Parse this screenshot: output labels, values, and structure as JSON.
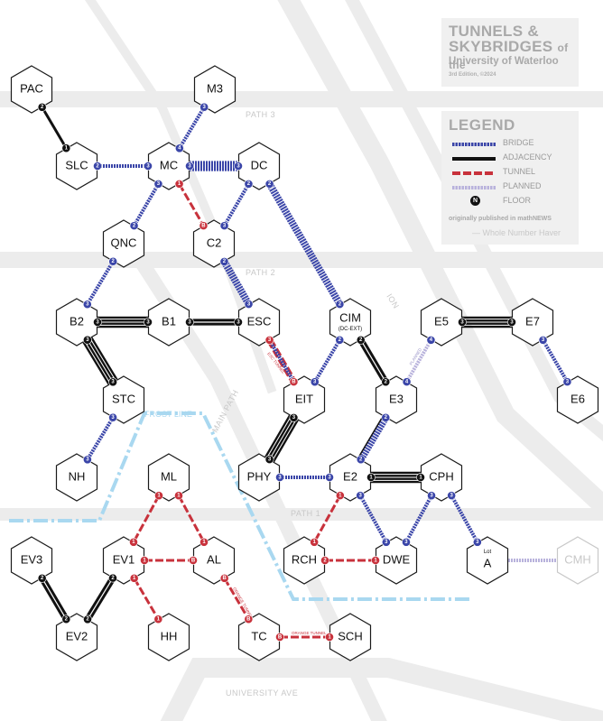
{
  "title": {
    "line1": "TUNNELS &",
    "line2_main": "SKYBRIDGES",
    "line2_suffix": "of the",
    "line3": "University of Waterloo",
    "edition": "3rd Edition, ©2024"
  },
  "legend": {
    "heading": "LEGEND",
    "items": [
      {
        "label": "BRIDGE",
        "kind": "bridge"
      },
      {
        "label": "ADJACENCY",
        "kind": "adjacency"
      },
      {
        "label": "TUNNEL",
        "kind": "tunnel"
      },
      {
        "label": "PLANNED",
        "kind": "planned"
      },
      {
        "label": "FLOOR",
        "kind": "floor"
      }
    ],
    "origin": "originally published in mathNEWS",
    "author": "— Whole Number Haver",
    "floor_symbol": "N"
  },
  "colors": {
    "bridge": "#3a45a8",
    "adjacency": "#111111",
    "tunnel": "#c8323c",
    "planned": "#b8b2dc",
    "frost": "#a9d8f0",
    "road": "#ececec"
  },
  "roads": {
    "path3": "PATH 3",
    "path2": "PATH 2",
    "path1": "PATH 1",
    "ion": "ION",
    "main_path": "MAIN PATH",
    "frost_line": "FROST LINE",
    "university_ave": "UNIVERSITY AVE"
  },
  "buildings": {
    "PAC": "PAC",
    "M3": "M3",
    "SLC": "SLC",
    "MC": "MC",
    "DC": "DC",
    "QNC": "QNC",
    "C2": "C2",
    "B2": "B2",
    "B1": "B1",
    "ESC": "ESC",
    "CIM": "CIM",
    "CIM_sub": "(DC-EXT)",
    "E5": "E5",
    "E7": "E7",
    "STC": "STC",
    "EIT": "EIT",
    "E3": "E3",
    "E6": "E6",
    "NH": "NH",
    "PHY": "PHY",
    "E2": "E2",
    "CPH": "CPH",
    "ML": "ML",
    "EV3": "EV3",
    "EV1": "EV1",
    "AL": "AL",
    "RCH": "RCH",
    "DWE": "DWE",
    "A": "A",
    "A_sub": "Lot",
    "CMH": "CMH",
    "EV2": "EV2",
    "HH": "HH",
    "TC": "TC",
    "SCH": "SCH"
  },
  "annotations": {
    "tunnel_esc_eit": "ESC TUNNEL",
    "tunnel_al_tc": "ORANGE TUNNEL",
    "tunnel_tc_sch": "ORANGE TUNNEL",
    "planned_e5_e3": "PLANNED"
  },
  "connections": [
    {
      "from": "PAC",
      "to": "SLC",
      "kind": "adjacency",
      "fa": "2",
      "fb": "1"
    },
    {
      "from": "M3",
      "to": "MC",
      "kind": "bridge",
      "fa": "3",
      "fb": "4"
    },
    {
      "from": "SLC",
      "to": "MC",
      "kind": "bridge",
      "fa": "2",
      "fb": "3"
    },
    {
      "from": "MC",
      "to": "DC",
      "kind": "bridge_triple",
      "fa": "3",
      "fb": "3"
    },
    {
      "from": "MC",
      "to": "QNC",
      "kind": "bridge",
      "fa": "3",
      "fb": "2"
    },
    {
      "from": "MC",
      "to": "C2",
      "kind": "tunnel",
      "fa": "1",
      "fb": "B"
    },
    {
      "from": "DC",
      "to": "C2",
      "kind": "bridge",
      "fa": "2",
      "fb": "3"
    },
    {
      "from": "DC",
      "to": "CIM",
      "kind": "bridge_double",
      "fa": "2",
      "fb": "2"
    },
    {
      "from": "C2",
      "to": "ESC",
      "kind": "bridge_double",
      "fa": "2",
      "fb": "3"
    },
    {
      "from": "QNC",
      "to": "B2",
      "kind": "bridge",
      "fa": "2",
      "fb": "3"
    },
    {
      "from": "B2",
      "to": "B1",
      "kind": "adjacency_multi",
      "fa": "3",
      "fb": "3"
    },
    {
      "from": "B1",
      "to": "ESC",
      "kind": "adjacency_double",
      "fa": "3",
      "fb": "3"
    },
    {
      "from": "B2",
      "to": "STC",
      "kind": "adjacency_multi",
      "fa": "3",
      "fb": "3"
    },
    {
      "from": "STC",
      "to": "NH",
      "kind": "bridge",
      "fa": "3",
      "fb": "3"
    },
    {
      "from": "ESC",
      "to": "EIT",
      "kind": "tunnel_bridge",
      "fa": "3",
      "fb": "B"
    },
    {
      "from": "CIM",
      "to": "EIT",
      "kind": "bridge",
      "fa": "2",
      "fb": "3"
    },
    {
      "from": "CIM",
      "to": "E3",
      "kind": "adjacency_double",
      "fa": "2",
      "fb": "2"
    },
    {
      "from": "E5",
      "to": "E7",
      "kind": "adjacency_multi",
      "fa": "3",
      "fb": "3"
    },
    {
      "from": "E5",
      "to": "E3",
      "kind": "planned",
      "fa": "4",
      "fb": "4"
    },
    {
      "from": "E7",
      "to": "E6",
      "kind": "bridge",
      "fa": "3",
      "fb": "3"
    },
    {
      "from": "EIT",
      "to": "PHY",
      "kind": "adjacency_multi",
      "fa": "3",
      "fb": "3"
    },
    {
      "from": "E3",
      "to": "E2",
      "kind": "bridge_adj",
      "fa": "2",
      "fb": "2"
    },
    {
      "from": "PHY",
      "to": "E2",
      "kind": "bridge",
      "fa": "3",
      "fb": "3"
    },
    {
      "from": "E2",
      "to": "CPH",
      "kind": "adjacency_multi",
      "fa": "1",
      "fb": "1"
    },
    {
      "from": "E2",
      "to": "RCH",
      "kind": "tunnel",
      "fa": "1",
      "fb": "1"
    },
    {
      "from": "E2",
      "to": "DWE",
      "kind": "bridge",
      "fa": "3",
      "fb": "3"
    },
    {
      "from": "CPH",
      "to": "DWE",
      "kind": "bridge",
      "fa": "3",
      "fb": "3"
    },
    {
      "from": "CPH",
      "to": "A",
      "kind": "bridge",
      "fa": "3",
      "fb": "3"
    },
    {
      "from": "A",
      "to": "CMH",
      "kind": "planned",
      "fa": "",
      "fb": ""
    },
    {
      "from": "RCH",
      "to": "DWE",
      "kind": "tunnel",
      "fa": "2",
      "fb": "1"
    },
    {
      "from": "ML",
      "to": "EV1",
      "kind": "tunnel",
      "fa": "1",
      "fb": "1"
    },
    {
      "from": "ML",
      "to": "AL",
      "kind": "tunnel",
      "fa": "1",
      "fb": "1"
    },
    {
      "from": "EV1",
      "to": "AL",
      "kind": "tunnel",
      "fa": "1",
      "fb": "B"
    },
    {
      "from": "EV1",
      "to": "HH",
      "kind": "tunnel",
      "fa": "1",
      "fb": "1"
    },
    {
      "from": "EV1",
      "to": "EV2",
      "kind": "adjacency_double",
      "fa": "2",
      "fb": "2"
    },
    {
      "from": "EV3",
      "to": "EV2",
      "kind": "adjacency_double",
      "fa": "2",
      "fb": "2"
    },
    {
      "from": "AL",
      "to": "TC",
      "kind": "tunnel",
      "fa": "B",
      "fb": "B"
    },
    {
      "from": "TC",
      "to": "SCH",
      "kind": "tunnel",
      "fa": "B",
      "fb": "1"
    }
  ]
}
